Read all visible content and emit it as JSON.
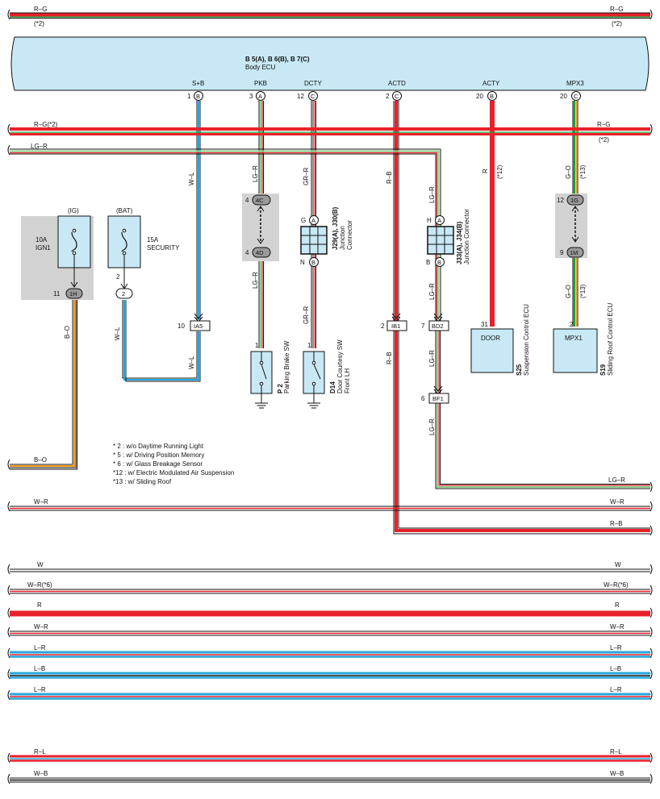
{
  "ecu": {
    "connectors": "B 5(A), B 6(B), B 7(C)",
    "name": "Body ECU",
    "terminals": [
      {
        "num": "1",
        "pin": "B",
        "signal": "S+B"
      },
      {
        "num": "3",
        "pin": "A",
        "signal": "PKB"
      },
      {
        "num": "12",
        "pin": "C",
        "signal": "DCTY"
      },
      {
        "num": "2",
        "pin": "C",
        "signal": "ACTD"
      },
      {
        "num": "20",
        "pin": "B",
        "signal": "ACTY"
      },
      {
        "num": "20",
        "pin": "C",
        "signal": "MPX3"
      }
    ]
  },
  "top_bus": {
    "left": "R–G",
    "right": "R–G",
    "note_left": "(*2)",
    "note_right": "(*2)"
  },
  "bus2": {
    "left": "R–G(*2)",
    "right": "R–G",
    "note_right": "(*2)"
  },
  "bus3": {
    "left": "LG–R"
  },
  "fuse_ign": {
    "header": "(IG)",
    "amp": "10A",
    "name": "IGN1",
    "pin_num": "11",
    "pin": "1H"
  },
  "fuse_bat": {
    "header": "(BAT)",
    "amp": "15A",
    "name": "SECURITY",
    "pin_num": "2",
    "pin": "2"
  },
  "wires": {
    "b_o": "B–O",
    "w_l": "W–L",
    "lg_r": "LG–R",
    "gr_r": "GR–R",
    "r_b": "R–B",
    "r": "R",
    "r_note": "(*12)",
    "g_o": "G–O",
    "g_note": "(*13)"
  },
  "connectors": {
    "c4c": {
      "num": "4",
      "pin": "4C"
    },
    "c4d": {
      "num": "4",
      "pin": "4D"
    },
    "ia5": {
      "num": "10",
      "pin": "IA5"
    },
    "ib1": {
      "num": "2",
      "pin": "IB1"
    },
    "bd2": {
      "num": "7",
      "pin": "BD2"
    },
    "bf1": {
      "num": "6",
      "pin": "BF1"
    },
    "c1g": {
      "num": "12",
      "pin": "1G"
    },
    "c1m": {
      "num": "9",
      "pin": "1M"
    }
  },
  "junction_j29": {
    "title": "J29(A), J30(B)",
    "name1": "Junction",
    "name2": "Connector",
    "pin_top": "G",
    "letter_top": "A",
    "pin_bot": "N",
    "letter_bot": "B"
  },
  "junction_j33": {
    "title": "J33(A), J34(B)",
    "name": "Junction Connector",
    "pin_top": "H",
    "letter_top": "A",
    "pin_bot": "B",
    "letter_bot": "B"
  },
  "p2": {
    "code": "P 2",
    "name": "Parking Brake SW",
    "pin": "1"
  },
  "d14": {
    "code": "D14",
    "name1": "Door Courtesy SW",
    "name2": "Front LH",
    "pin": "1"
  },
  "s25": {
    "code": "S25",
    "name": "Suspension Control ECU",
    "pin": "31",
    "label": "DOOR"
  },
  "s19": {
    "code": "S19",
    "name": "Sliding Roof Control ECU",
    "pin": "2",
    "label": "MPX1"
  },
  "notes": [
    "* 2 : w/o Daytime Running Light",
    "* 5 : w/ Driving Position Memory",
    "* 6 : w/ Glass Breakage Sensor",
    "*12 : w/ Electric Modulated Air Suspension",
    "*13 : w/ Sliding Roof"
  ],
  "right_labels": {
    "lg_r": "LG–R",
    "w_r": "W–R",
    "r_b": "R–B"
  },
  "bottom_buses": [
    {
      "left": "W",
      "right": "W"
    },
    {
      "left": "W–R(*6)",
      "right": "W–R(*6)"
    },
    {
      "left": "R",
      "right": "R"
    },
    {
      "left": "W–R",
      "right": "W–R"
    },
    {
      "left": "L–R",
      "right": "L–R"
    },
    {
      "left": "L–B",
      "right": "L–B"
    },
    {
      "left": "L–R",
      "right": "L–R"
    }
  ],
  "final_buses": [
    {
      "left": "R–L",
      "right": "R–L"
    },
    {
      "left": "W–B",
      "right": "W–B"
    }
  ],
  "colors": {
    "red": "#e8212b",
    "green": "#1aa33a",
    "blue": "#27a5dc",
    "orange": "#f49a1b",
    "lightgreen": "#8fd28f",
    "gray": "#9a9a9a",
    "ecu_fill": "#c8e8f6",
    "gray_box": "#d2d2d2"
  }
}
